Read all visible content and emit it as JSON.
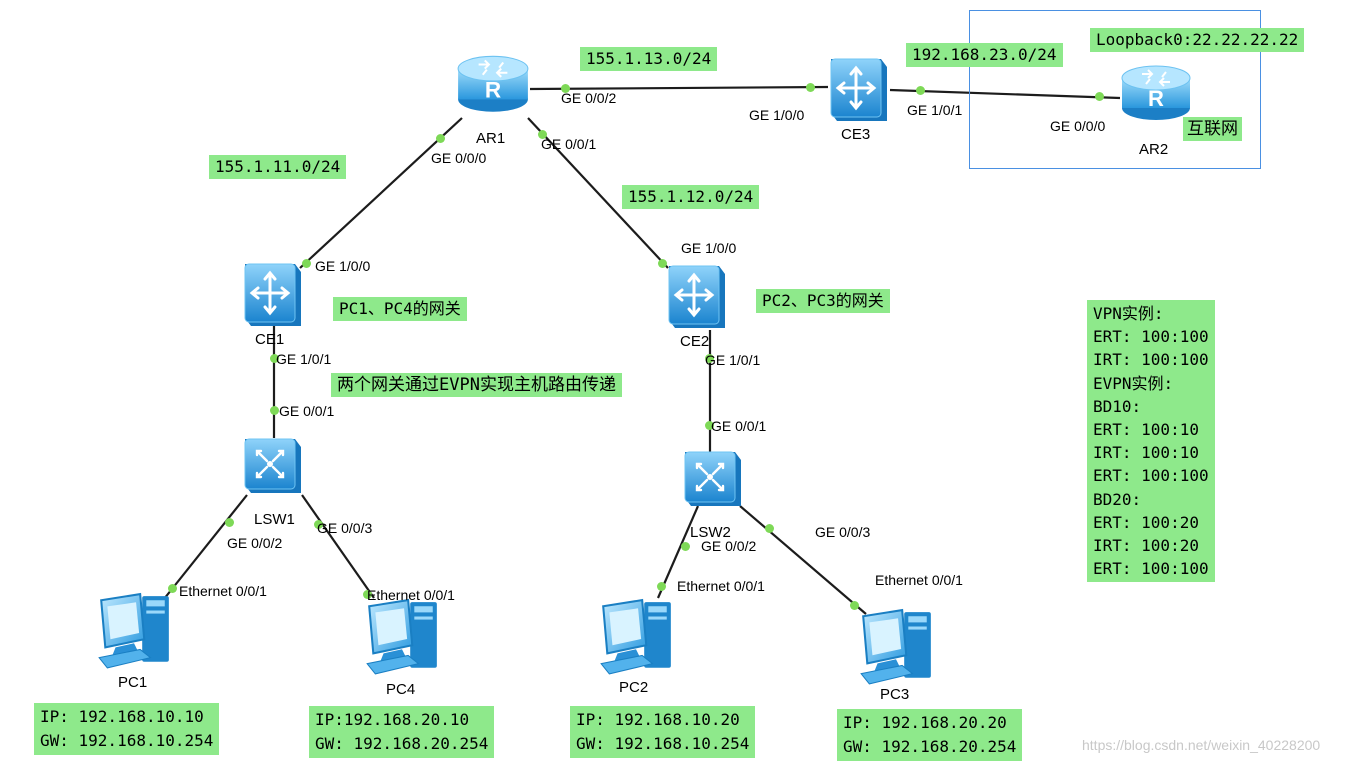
{
  "subnets": {
    "ar1_ce3": "155.1.13.0/24",
    "ce3_ar2": "192.168.23.0/24",
    "ar1_ce1": "155.1.11.0/24",
    "ar1_ce2": "155.1.12.0/24",
    "loopback": "Loopback0:22.22.22.22"
  },
  "devices": {
    "ar1": "AR1",
    "ar2": "AR2",
    "ce1": "CE1",
    "ce2": "CE2",
    "ce3": "CE3",
    "lsw1": "LSW1",
    "lsw2": "LSW2",
    "pc1": "PC1",
    "pc2": "PC2",
    "pc3": "PC3",
    "pc4": "PC4"
  },
  "ports": {
    "ar1_g002": "GE 0/0/2",
    "ar1_g000": "GE 0/0/0",
    "ar1_g001": "GE 0/0/1",
    "ce3_g100": "GE 1/0/0",
    "ce3_g101": "GE 1/0/1",
    "ar2_g000": "GE 0/0/0",
    "ce1_g100": "GE 1/0/0",
    "ce1_g101": "GE 1/0/1",
    "lsw1_g001": "GE 0/0/1",
    "lsw1_g002": "GE 0/0/2",
    "lsw1_g003": "GE 0/0/3",
    "ce2_g100": "GE 1/0/0",
    "ce2_g101": "GE 1/0/1",
    "lsw2_g001": "GE 0/0/1",
    "lsw2_g002": "GE 0/0/2",
    "lsw2_g003": "GE 0/0/3",
    "pc1_eth": "Ethernet 0/0/1",
    "pc4_eth": "Ethernet 0/0/1",
    "pc2_eth": "Ethernet 0/0/1",
    "pc3_eth": "Ethernet 0/0/1"
  },
  "notes": {
    "internet": "互联网",
    "gw_pc1_pc4": "PC1、PC4的网关",
    "gw_pc2_pc3": "PC2、PC3的网关",
    "evpn_transfer": "两个网关通过EVPN实现主机路由传递",
    "instances": "VPN实例:\nERT: 100:100\nIRT: 100:100\nEVPN实例:\nBD10:\nERT: 100:10\nIRT: 100:10\nERT: 100:100\nBD20:\nERT: 100:20\nIRT: 100:20\nERT: 100:100"
  },
  "hosts": {
    "pc1": "IP: 192.168.10.10\nGW: 192.168.10.254",
    "pc4": "IP:192.168.20.10\nGW: 192.168.20.254",
    "pc2": "IP: 192.168.10.20\nGW: 192.168.10.254",
    "pc3": "IP: 192.168.20.20\nGW: 192.168.20.254"
  },
  "watermark": "https://blog.csdn.net/weixin_40228200",
  "icons": {
    "router": "router-icon",
    "core_switch": "core-switch-icon",
    "access_switch": "access-switch-icon",
    "pc": "pc-icon"
  },
  "colors": {
    "label_bg": "#8ee98b",
    "port_dot": "#7ed957",
    "device_blue": "#3aa7e8",
    "frame": "#4a90e2"
  }
}
